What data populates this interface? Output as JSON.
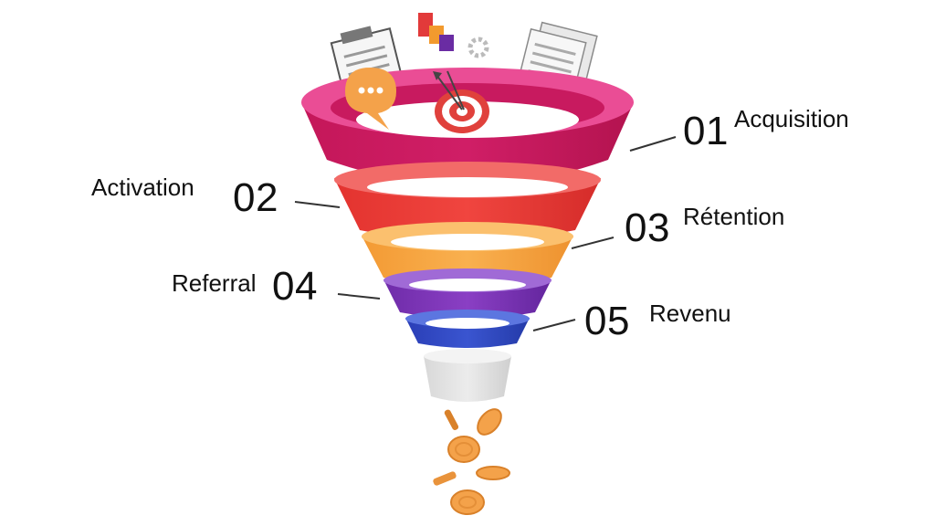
{
  "stages": [
    {
      "num": "01",
      "label": "Acquisition",
      "color": "#c8185e"
    },
    {
      "num": "02",
      "label": "Activation",
      "color": "#ea3a38"
    },
    {
      "num": "03",
      "label": "Rétention",
      "color": "#f7a440"
    },
    {
      "num": "04",
      "label": "Referral",
      "color": "#7a34b6"
    },
    {
      "num": "05",
      "label": "Revenu",
      "color": "#2f47c2"
    }
  ],
  "colors": {
    "acquisition_ring_inner": "#e8458f",
    "spout": "#e3e3e3",
    "coin": "#f4a24a",
    "coin_dark": "#d9812a",
    "target_red": "#e0413c",
    "chat_bubble": "#f4a24a"
  },
  "icons": [
    "document-icon",
    "chat-bubble-icon",
    "bar-chart-icon",
    "target-icon",
    "gear-icon",
    "coin-icon"
  ]
}
